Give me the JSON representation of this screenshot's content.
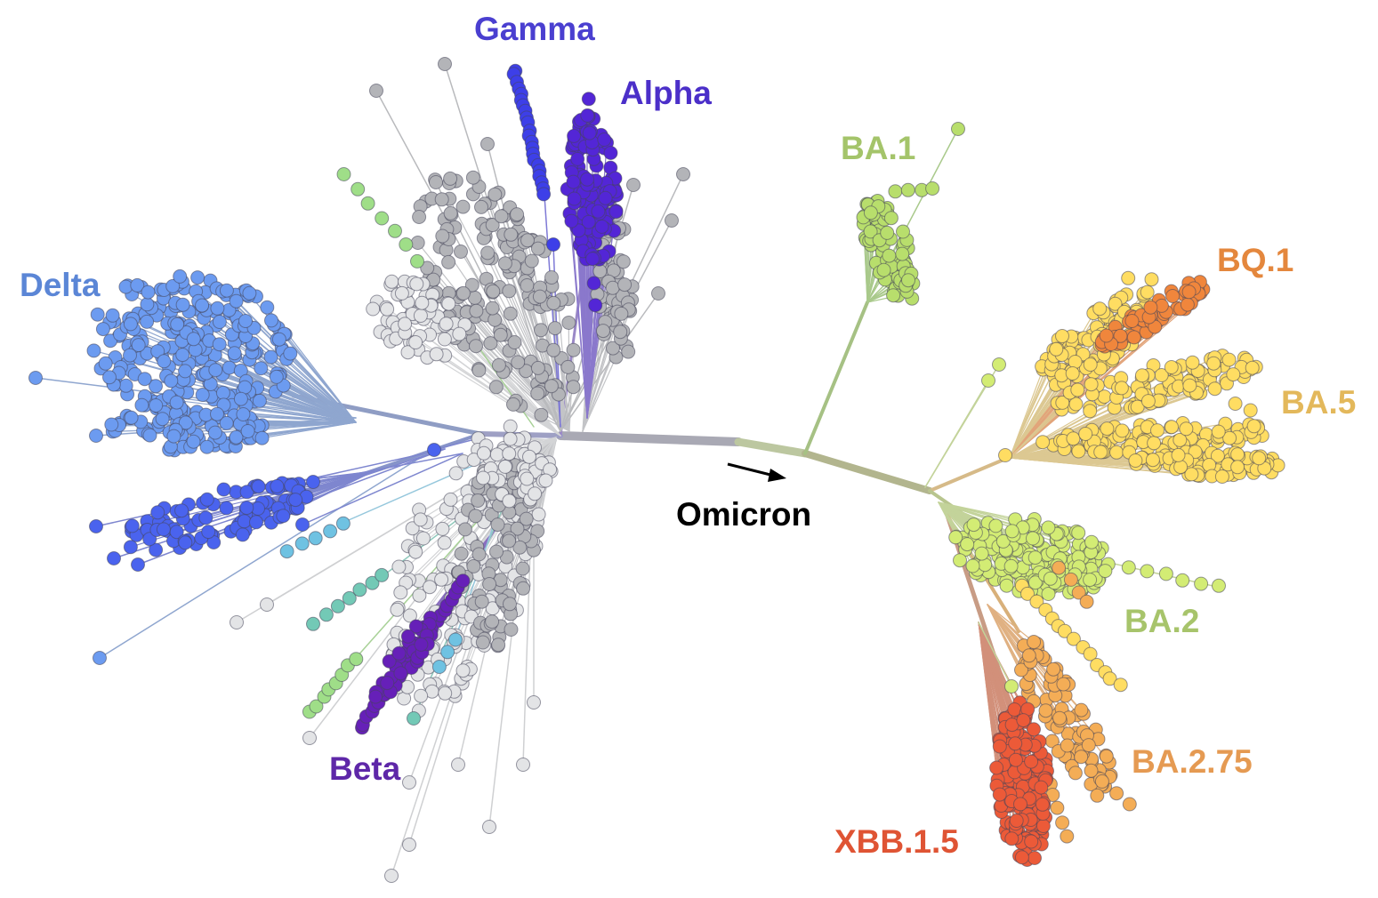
{
  "clades": [
    {
      "key": "gamma",
      "label": "Gamma",
      "color": "#4a3fd0"
    },
    {
      "key": "alpha",
      "label": "Alpha",
      "color": "#4b2fc9"
    },
    {
      "key": "delta",
      "label": "Delta",
      "color": "#5b86d6"
    },
    {
      "key": "beta",
      "label": "Beta",
      "color": "#5e27a8"
    },
    {
      "key": "ba1",
      "label": "BA.1",
      "color": "#a4c46a"
    },
    {
      "key": "bq1",
      "label": "BQ.1",
      "color": "#e4873d"
    },
    {
      "key": "ba5",
      "label": "BA.5",
      "color": "#e3b85b"
    },
    {
      "key": "ba2",
      "label": "BA.2",
      "color": "#a7c46b"
    },
    {
      "key": "ba275",
      "label": "BA.2.75",
      "color": "#e59a52"
    },
    {
      "key": "xbb15",
      "label": "XBB.1.5",
      "color": "#df5434"
    }
  ],
  "annotation": {
    "label": "Omicron",
    "color": "#000000"
  },
  "node_colors": {
    "gray": "#b3b4b8",
    "light_gray": "#e3e4e6",
    "delta_blue": "#6c9bf0",
    "delta_royal": "#4a63ee",
    "gamma_blue": "#3d3fe8",
    "alpha_purple": "#5326d6",
    "beta_purple": "#6620b8",
    "light_green": "#9fde88",
    "teal": "#73c9b6",
    "sky": "#6fc2e2",
    "ba1_green": "#b8de6c",
    "ba2_green": "#d3ec74",
    "ba5_yellow": "#ffdd62",
    "bq1_orange": "#f0863c",
    "ba275_orange": "#f4ad56",
    "xbb_red": "#ec5a38"
  }
}
